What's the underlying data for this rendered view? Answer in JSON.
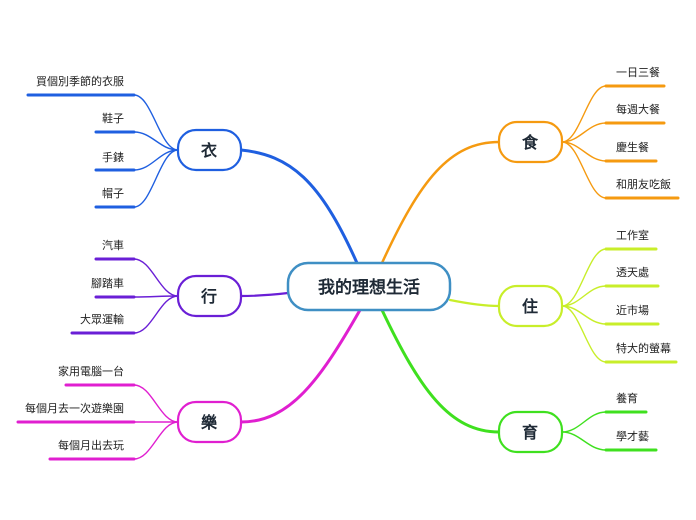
{
  "central": "我的理想生活",
  "colors": {
    "center": "#3f8fc4",
    "clothing": "#1f5fe0",
    "transport": "#6a1fd6",
    "fun": "#e01fd0",
    "food": "#f59a10",
    "housing": "#c8ee2a",
    "education": "#3fe01f"
  },
  "branches": {
    "clothing": {
      "label": "衣",
      "items": [
        "買個別季節的衣服",
        "鞋子",
        "手錶",
        "帽子"
      ]
    },
    "transport": {
      "label": "行",
      "items": [
        "汽車",
        "腳踏車",
        "大眾運輸"
      ]
    },
    "fun": {
      "label": "樂",
      "items": [
        "家用電腦一台",
        "每個月去一次遊樂園",
        "每個月出去玩"
      ]
    },
    "food": {
      "label": "食",
      "items": [
        "一日三餐",
        "每週大餐",
        "慶生餐",
        "和朋友吃飯"
      ]
    },
    "housing": {
      "label": "住",
      "items": [
        "工作室",
        "透天處",
        "近市場",
        "特大的螢幕"
      ]
    },
    "education": {
      "label": "育",
      "items": [
        "養育",
        "學才藝"
      ]
    }
  }
}
